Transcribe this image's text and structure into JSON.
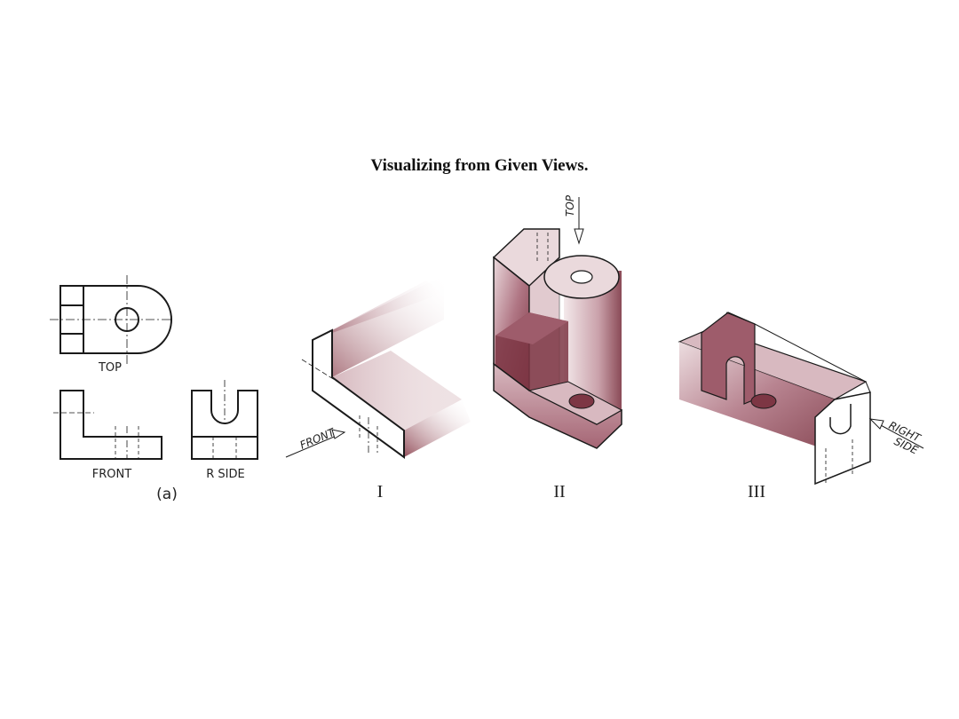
{
  "title": "Visualizing from Given Views.",
  "views": {
    "top": "TOP",
    "front": "FRONT",
    "r_side": "R SIDE",
    "part_label": "(a)"
  },
  "pictorials": {
    "one": {
      "numeral": "I",
      "arrow_label": "FRONT"
    },
    "two": {
      "numeral": "II",
      "arrow_label": "TOP"
    },
    "three": {
      "numeral": "III",
      "arrow_label_1": "RIGHT",
      "arrow_label_2": "SIDE"
    }
  },
  "colors": {
    "shade_dark": "#8a3f4c",
    "shade_mid": "#b98491",
    "shade_light": "#ead9dc",
    "line": "#1a1a1a"
  }
}
